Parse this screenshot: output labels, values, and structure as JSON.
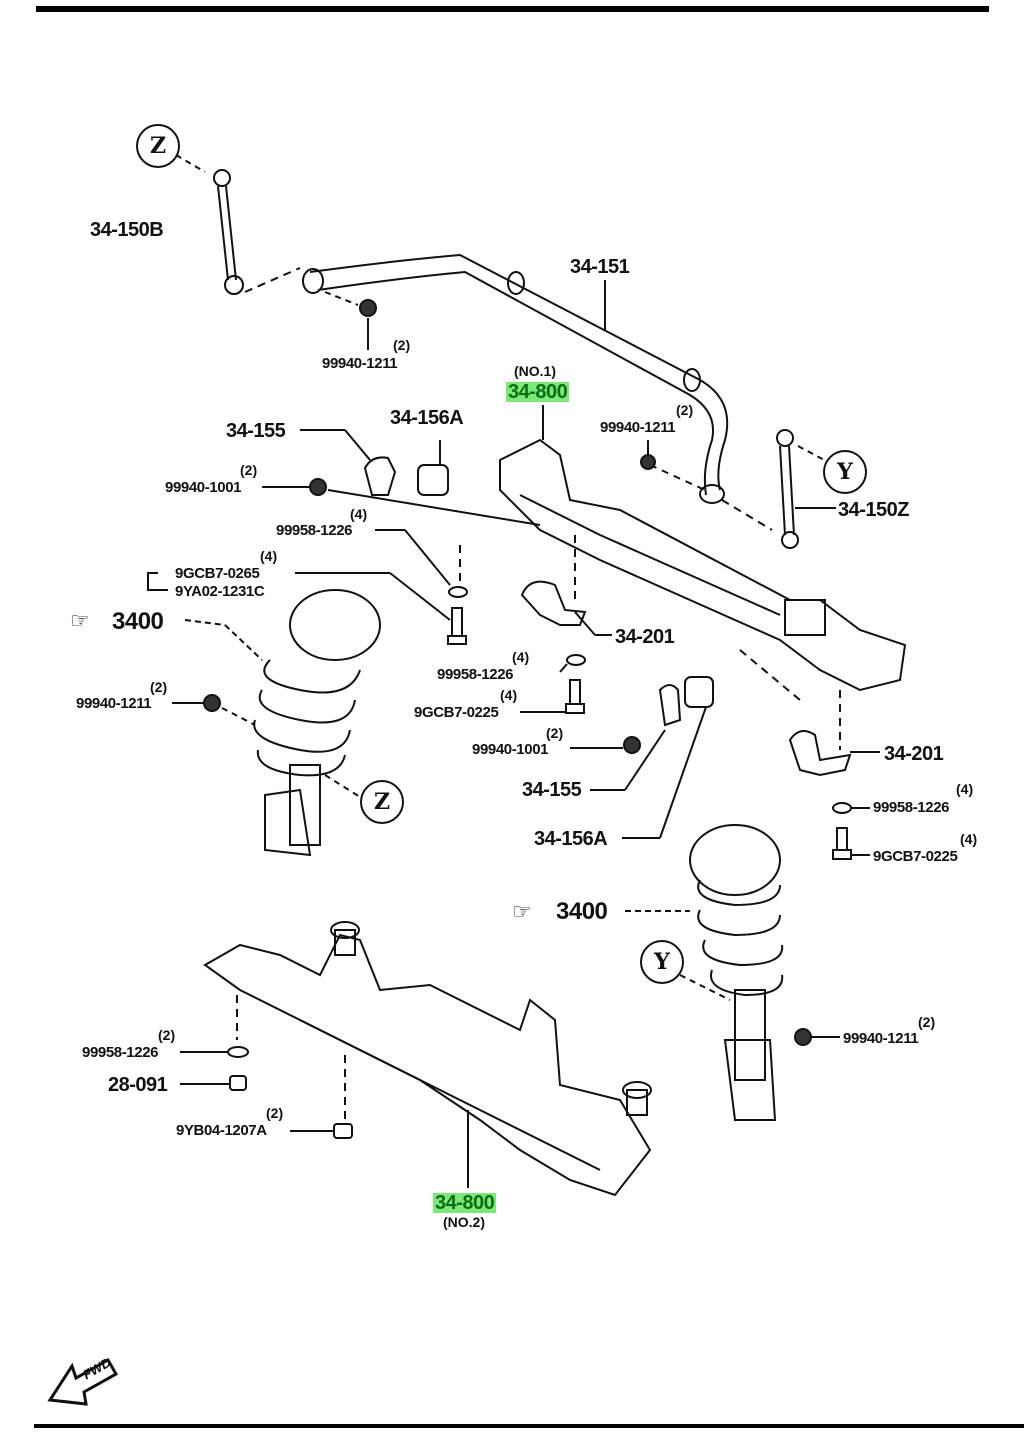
{
  "diagram": {
    "title": "Front Suspension Crossmember / Stabilizer Parts Diagram",
    "callouts": {
      "z": "Z",
      "y": "Y"
    },
    "labels": {
      "p34_150B": "34-150B",
      "p34_151": "34-151",
      "p99940_1211_a": "99940-1211",
      "p99940_1211_a_qty": "(2)",
      "no1": "(NO.1)",
      "p34_800_a": "34-800",
      "p99940_1211_b": "99940-1211",
      "p99940_1211_b_qty": "(2)",
      "p34_150Z": "34-150Z",
      "p34_155_a": "34-155",
      "p34_156A_a": "34-156A",
      "p99940_1001_a": "99940-1001",
      "p99940_1001_a_qty": "(2)",
      "p99958_1226_a": "99958-1226",
      "p99958_1226_a_qty": "(4)",
      "p9GCB7_0265": "9GCB7-0265",
      "p9GCB7_0265_qty": "(4)",
      "p9YA02_1231C": "9YA02-1231C",
      "ref3400_a": "3400",
      "p99940_1211_c": "99940-1211",
      "p99940_1211_c_qty": "(2)",
      "p34_201_a": "34-201",
      "p99958_1226_b": "99958-1226",
      "p99958_1226_b_qty": "(4)",
      "p9GCB7_0225_a": "9GCB7-0225",
      "p9GCB7_0225_a_qty": "(4)",
      "p99940_1001_b": "99940-1001",
      "p99940_1001_b_qty": "(2)",
      "p34_155_b": "34-155",
      "p34_156A_b": "34-156A",
      "p34_201_b": "34-201",
      "p99958_1226_c": "99958-1226",
      "p99958_1226_c_qty": "(4)",
      "p9GCB7_0225_b": "9GCB7-0225",
      "p9GCB7_0225_b_qty": "(4)",
      "ref3400_b": "3400",
      "p99940_1211_d": "99940-1211",
      "p99940_1211_d_qty": "(2)",
      "p99958_1226_d": "99958-1226",
      "p99958_1226_d_qty": "(2)",
      "p28_091": "28-091",
      "p9YB04_1207A": "9YB04-1207A",
      "p9YB04_1207A_qty": "(2)",
      "p34_800_b": "34-800",
      "no2": "(NO.2)"
    },
    "highlight_color": "#7de87a",
    "fwd_label": "FWD",
    "icons": {
      "reference": "pointing-hand-icon",
      "forward": "fwd-arrow-icon"
    }
  }
}
